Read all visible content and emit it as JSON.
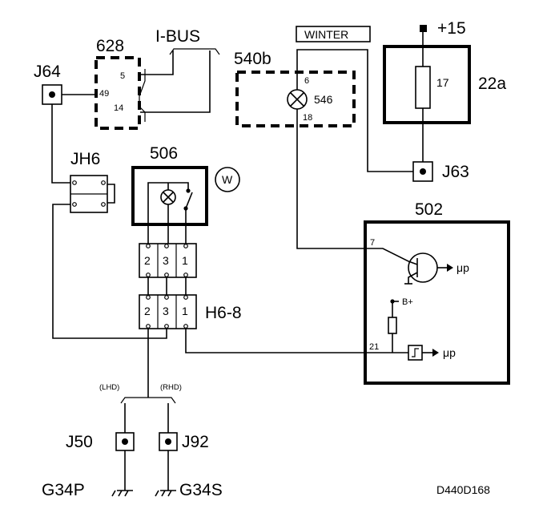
{
  "labels": {
    "j64": "J64",
    "c628": "628",
    "ibus": "I-BUS",
    "c540b": "540b",
    "winter": "WINTER",
    "plus15": "+15",
    "c22a": "22a",
    "jh6": "JH6",
    "c506": "506",
    "w": "W",
    "j63": "J63",
    "c502": "502",
    "h68": "H6-8",
    "lhd": "(LHD)",
    "rhd": "(RHD)",
    "j50": "J50",
    "j92": "J92",
    "g34p": "G34P",
    "g34s": "G34S",
    "code": "D440D168"
  },
  "pins": {
    "p628_5": "5",
    "p628_49": "49",
    "p628_14": "14",
    "p540_6": "6",
    "p540_546": "546",
    "p540_18": "18",
    "p22a_17": "17",
    "p502_7": "7",
    "p502_21": "21",
    "b_plus": "B+",
    "mu1": "μp",
    "mu2": "μp",
    "c1": "2",
    "c2": "3",
    "c3": "1",
    "h1": "2",
    "h2": "3",
    "h3": "1"
  }
}
